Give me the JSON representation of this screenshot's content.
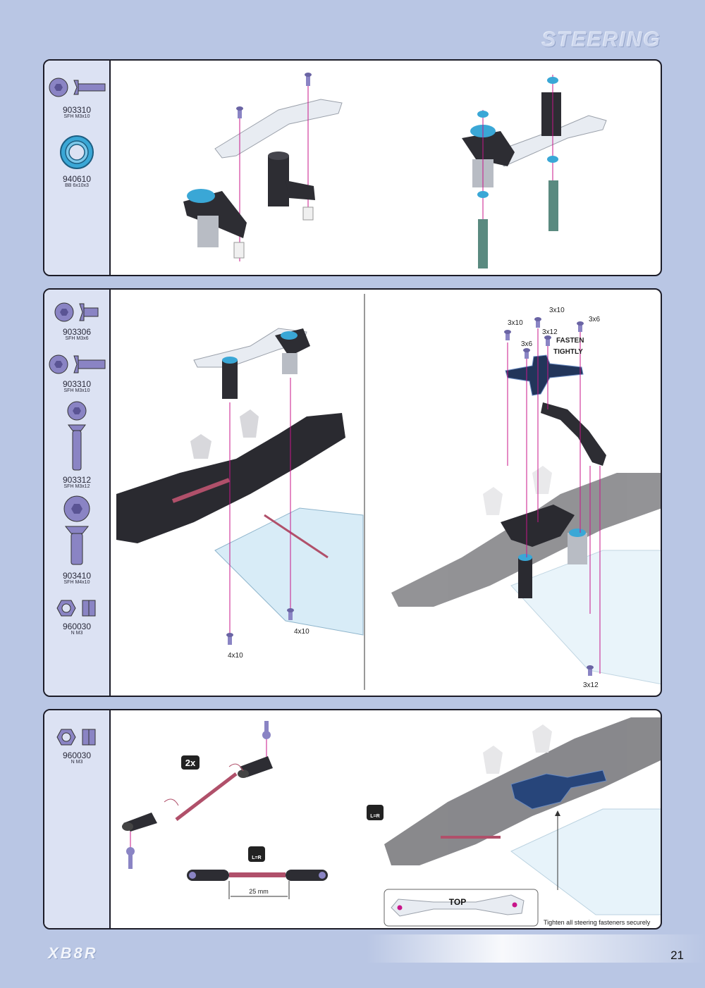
{
  "header": {
    "title": "STEERING"
  },
  "step1": {
    "parts": [
      {
        "number": "903310",
        "desc": "SFH M3x10",
        "icon": "countersunk-screw-icon"
      },
      {
        "number": "940610",
        "desc": "BB 6x10x3",
        "icon": "ball-bearing-icon"
      }
    ]
  },
  "step2": {
    "parts": [
      {
        "number": "903306",
        "desc": "SFH M3x6",
        "icon": "countersunk-screw-icon"
      },
      {
        "number": "903310",
        "desc": "SFH M3x10",
        "icon": "countersunk-screw-icon"
      },
      {
        "number": "903312",
        "desc": "SFH M3x12",
        "icon": "countersunk-screw-icon"
      },
      {
        "number": "903410",
        "desc": "SFH M4x10",
        "icon": "countersunk-screw-icon"
      },
      {
        "number": "960030",
        "desc": "N M3",
        "icon": "hex-nut-icon"
      }
    ],
    "left_labels": {
      "screw_a": "4x10",
      "screw_b": "4x10"
    },
    "right_labels": {
      "s1": "3x10",
      "s2": "3x10",
      "s3": "3x6",
      "s4": "3x12",
      "s5": "3x6",
      "fasten": "FASTEN",
      "tightly": "TIGHTLY",
      "bottom": "3x12"
    }
  },
  "step3": {
    "parts": [
      {
        "number": "960030",
        "desc": "N M3",
        "icon": "hex-nut-icon"
      }
    ],
    "qty_badge": "2x",
    "lr_badge": "L=R",
    "length_label": "25 mm",
    "top_label": "TOP",
    "note": "Tighten all steering fasteners securely"
  },
  "footer": {
    "logo": "XB8R",
    "page_number": "21"
  },
  "colors": {
    "background": "#b9c6e4",
    "parts_column": "#dce2f3",
    "screw": "#8a84c4",
    "bearing": "#3aa7d6",
    "rod": "#b0506a",
    "guide": "#c8168a"
  }
}
